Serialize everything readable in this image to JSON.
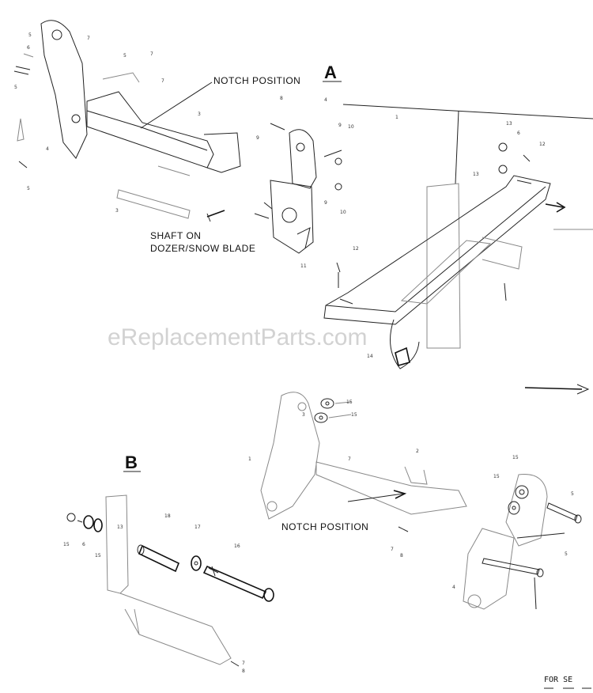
{
  "labels": {
    "section_a": "A",
    "section_b": "B",
    "notch_top": "NOTCH POSITION",
    "shaft_line1": "SHAFT ON",
    "shaft_line2": "DOZER/SNOW BLADE",
    "notch_bottom": "NOTCH POSITION"
  },
  "watermark": "eReplacementParts.com",
  "footer_text": "FOR SE"
}
